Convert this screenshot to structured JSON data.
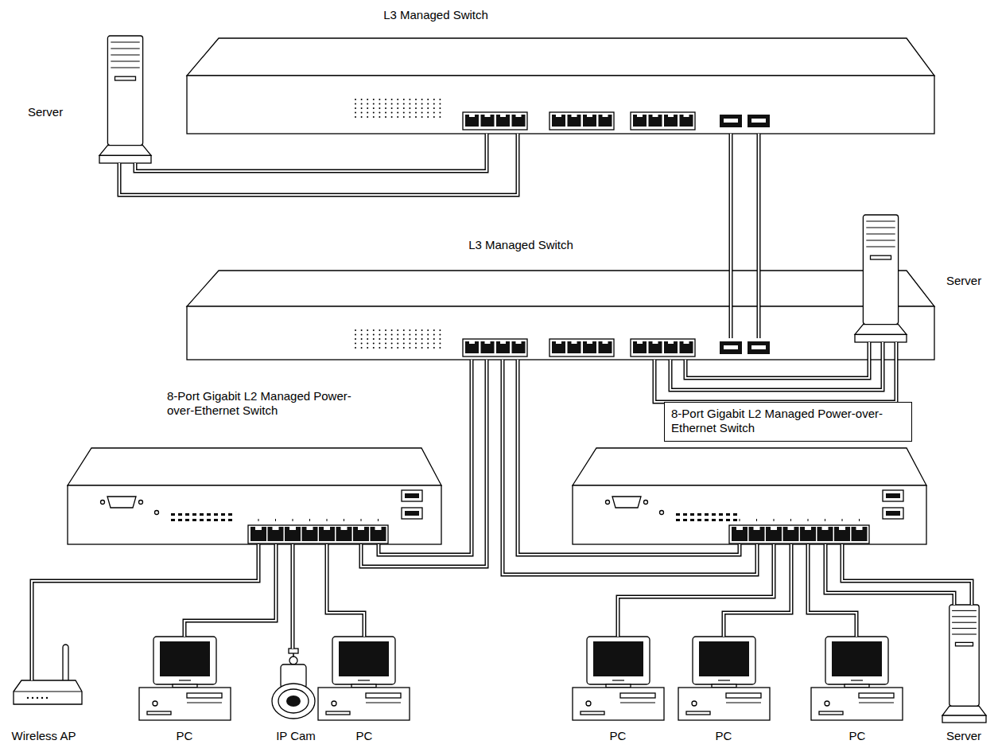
{
  "diagram": {
    "nodes": [
      {
        "text": [
          "L3 Managed Switch"
        ]
      },
      {
        "text": [
          "Server"
        ]
      },
      {
        "text": [
          "L3 Managed Switch"
        ]
      },
      {
        "text": [
          "Server"
        ]
      },
      {
        "text": [
          "8-Port Gigabit L2 Managed Power-over-Ethernet Switch"
        ]
      },
      {
        "text": [
          "8-Port Gigabit L2 Managed Power-over-Ethernet Switch"
        ]
      },
      {
        "text": [
          "Wireless AP"
        ]
      },
      {
        "text": [
          "PC"
        ]
      },
      {
        "text": [
          "IP Cam"
        ]
      },
      {
        "text": [
          "PC"
        ]
      },
      {
        "text": [
          "PC"
        ]
      },
      {
        "text": [
          "PC"
        ]
      },
      {
        "text": [
          "PC"
        ]
      },
      {
        "text": [
          "Server"
        ]
      }
    ],
    "edges": [
      {
        "from": 1,
        "to": 0,
        "arrow": "none"
      },
      {
        "from": 1,
        "to": 0,
        "arrow": "none"
      },
      {
        "from": 0,
        "to": 2,
        "arrow": "none"
      },
      {
        "from": 0,
        "to": 2,
        "arrow": "none"
      },
      {
        "from": 2,
        "to": 3,
        "arrow": "none"
      },
      {
        "from": 2,
        "to": 3,
        "arrow": "none"
      },
      {
        "from": 2,
        "to": 3,
        "arrow": "none"
      },
      {
        "from": 2,
        "to": 4,
        "arrow": "none"
      },
      {
        "from": 2,
        "to": 4,
        "arrow": "none"
      },
      {
        "from": 2,
        "to": 5,
        "arrow": "none"
      },
      {
        "from": 2,
        "to": 5,
        "arrow": "none"
      },
      {
        "from": 4,
        "to": 6,
        "arrow": "none"
      },
      {
        "from": 4,
        "to": 7,
        "arrow": "none"
      },
      {
        "from": 4,
        "to": 8,
        "arrow": "none"
      },
      {
        "from": 4,
        "to": 9,
        "arrow": "none"
      },
      {
        "from": 5,
        "to": 10,
        "arrow": "none"
      },
      {
        "from": 5,
        "to": 11,
        "arrow": "none"
      },
      {
        "from": 5,
        "to": 12,
        "arrow": "none"
      },
      {
        "from": 5,
        "to": 13,
        "arrow": "none"
      },
      {
        "from": 5,
        "to": 13,
        "arrow": "none"
      }
    ]
  }
}
